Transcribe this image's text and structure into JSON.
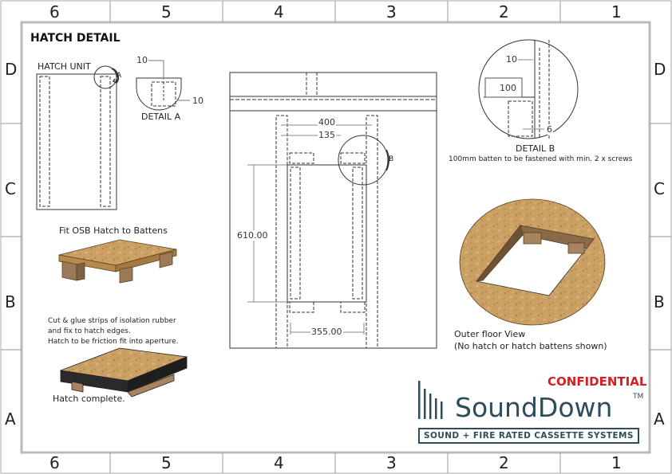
{
  "zones": {
    "top": [
      "6",
      "5",
      "4",
      "3",
      "2",
      "1"
    ],
    "bottom": [
      "6",
      "5",
      "4",
      "3",
      "2",
      "1"
    ],
    "left": [
      "D",
      "C",
      "B",
      "A"
    ],
    "right": [
      "D",
      "C",
      "B",
      "A"
    ]
  },
  "title": "HATCH DETAIL",
  "hatch_unit_label": "HATCH UNIT",
  "detail_a": {
    "callout": "A",
    "label": "DETAIL A",
    "dim_top": "10",
    "dim_right": "10"
  },
  "detail_b": {
    "callout": "B",
    "label": "DETAIL B",
    "dim_top": "10",
    "dim_mid": "100",
    "dim_bottom": "6",
    "note": "100mm batten to be fastened with min. 2 x screws"
  },
  "plan_dims": {
    "width_batten": "400",
    "offset": "135",
    "height": "610.00",
    "width_opening": "355.00"
  },
  "steps": {
    "fit": "Fit OSB Hatch to Battens",
    "glue_line1": "Cut & glue strips of isolation rubber",
    "glue_line2": "and fix to hatch edges.",
    "glue_line3": "Hatch to be friction fit into aperture.",
    "complete": "Hatch complete."
  },
  "outer_view": {
    "line1": "Outer floor View",
    "line2": "(No hatch or hatch battens shown)"
  },
  "confidential": "CONFIDENTIAL",
  "brand": {
    "name": "SoundDown",
    "tm": "TM",
    "tagline": "SOUND + FIRE RATED CASSETTE SYSTEMS"
  },
  "colors": {
    "osb": "#c99a55",
    "timber": "#a88360",
    "rubber": "#2a2a2a",
    "brand": "#2e4d5b",
    "confidential": "#d42020"
  }
}
